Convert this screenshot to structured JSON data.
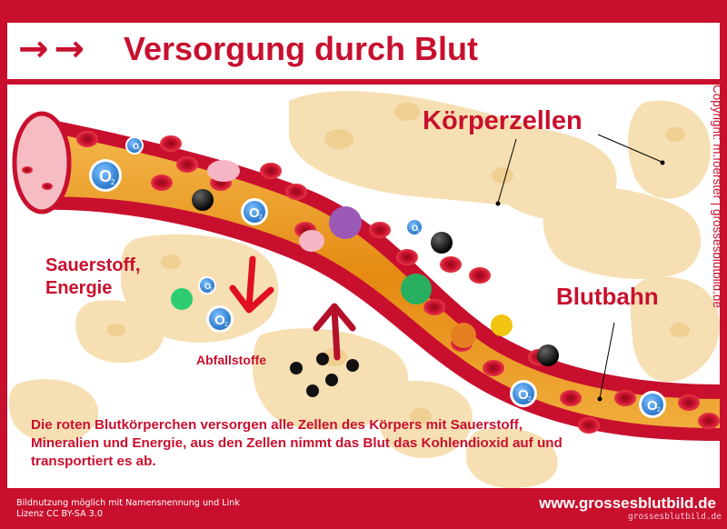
{
  "header": {
    "arrows": "→→",
    "title": "Versorgung durch Blut"
  },
  "labels": {
    "koerperzellen": "Körperzellen",
    "blutbahn": "Blutbahn",
    "sauerstoff_line1": "Sauerstoff,",
    "sauerstoff_line2": "Energie",
    "abfallstoffe": "Abfallstoffe",
    "oxygen_symbol": "O",
    "oxygen_subscript": "2"
  },
  "description": "Die roten Blutkörperchen versorgen alle Zellen des Körpers mit Sauerstoff, Mineralien und Energie, aus den Zellen nimmt das Blut das Kohlendioxid auf und transportiert es ab.",
  "copyright": "Copyright: m.foerster  |  grossesblutbild.de",
  "footer": {
    "license_line1": "Bildnutzung möglich mit Namensnennung und Link",
    "license_line2": "Lizenz CC BY-SA 3.0",
    "url": "www.grossesblutbild.de",
    "url_small": "grossesblutbild.de"
  },
  "colors": {
    "brand_red": "#c8102e",
    "cell_beige": "#f6dfb2",
    "vessel_orange": "#e8961e",
    "red_blood_cell": "#c8102e",
    "oxygen_blue": "#2e86de"
  }
}
